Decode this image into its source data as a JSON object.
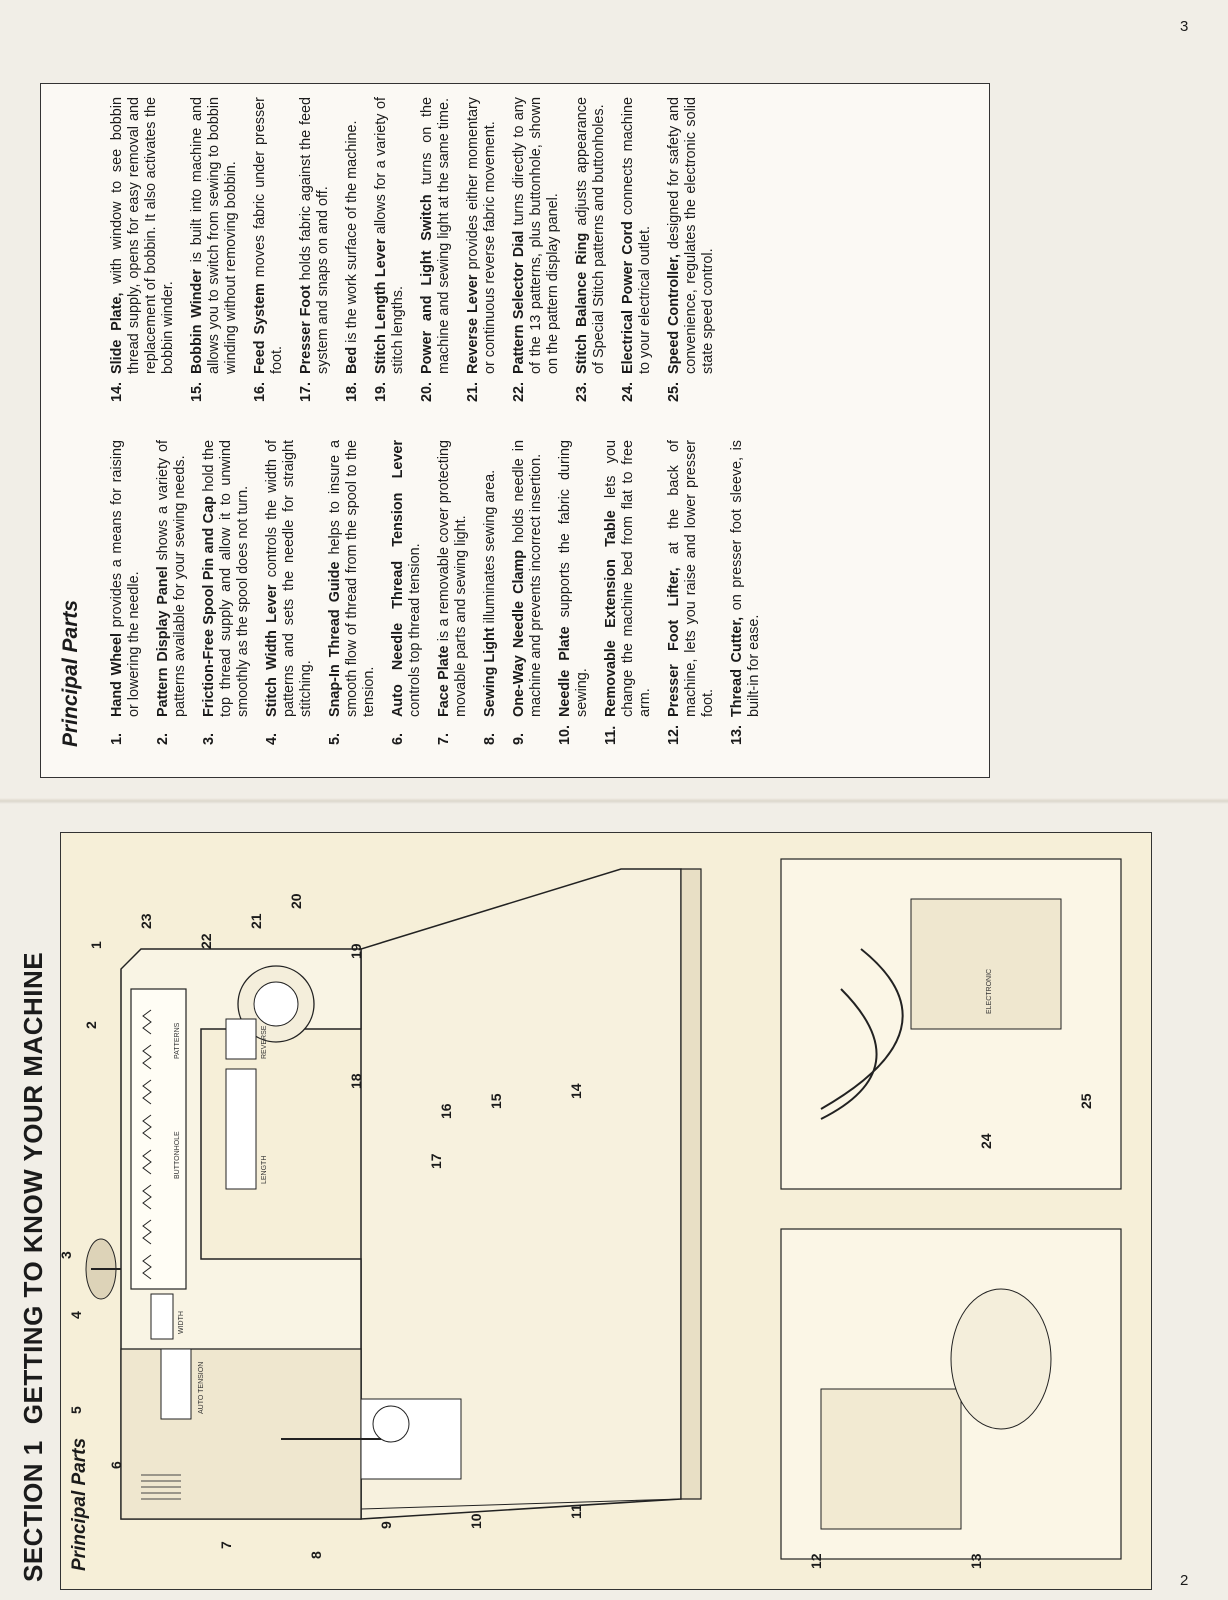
{
  "page_numbers": {
    "left": "2",
    "right": "3"
  },
  "section": {
    "number": "SECTION 1",
    "title": "GETTING TO KNOW YOUR MACHINE"
  },
  "diagram": {
    "heading": "Principal Parts",
    "callouts": [
      "1",
      "2",
      "3",
      "4",
      "5",
      "6",
      "7",
      "8",
      "9",
      "10",
      "11",
      "12",
      "13",
      "14",
      "15",
      "16",
      "17",
      "18",
      "19",
      "20",
      "21",
      "22",
      "23",
      "24",
      "25"
    ],
    "panel_labels": {
      "width": "WIDTH",
      "buttonhole": "BUTTONHOLE",
      "patterns": "PATTERNS",
      "length": "LENGTH",
      "reverse": "REVERSE",
      "auto_tension": "AUTO TENSION",
      "electronic": "ELECTRONIC"
    }
  },
  "text_page": {
    "heading": "Principal Parts",
    "parts": [
      {
        "num": "1.",
        "name": "Hand Wheel",
        "desc": "provides a means for raising or lowering the needle."
      },
      {
        "num": "2.",
        "name": "Pattern Display Panel",
        "desc": "shows a variety of patterns available for your sewing needs."
      },
      {
        "num": "3.",
        "name": "Friction-Free Spool Pin and Cap",
        "desc": "hold the top thread supply and allow it to unwind smoothly as the spool does not turn."
      },
      {
        "num": "4.",
        "name": "Stitch Width Lever",
        "desc": "controls the width of patterns and sets the needle for straight stitching."
      },
      {
        "num": "5.",
        "name": "Snap-In Thread Guide",
        "desc": "helps to insure a smooth flow of thread from the spool to the tension."
      },
      {
        "num": "6.",
        "name": "Auto Needle Thread Tension Lever",
        "desc": "controls top thread tension."
      },
      {
        "num": "7.",
        "name": "Face Plate",
        "desc": "is a removable cover protecting movable parts and sewing light."
      },
      {
        "num": "8.",
        "name": "Sewing Light",
        "desc": "illuminates sewing area."
      },
      {
        "num": "9.",
        "name": "One-Way Needle Clamp",
        "desc": "holds needle in machine and prevents incorrect insertion."
      },
      {
        "num": "10.",
        "name": "Needle Plate",
        "desc": "supports the fabric during sewing."
      },
      {
        "num": "11.",
        "name": "Removable Extension Table",
        "desc": "lets you change the machine bed from flat to free arm."
      },
      {
        "num": "12.",
        "name": "Presser Foot Lifter,",
        "desc": "at the back of machine, lets you raise and lower presser foot."
      },
      {
        "num": "13.",
        "name": "Thread Cutter,",
        "desc": "on presser foot sleeve, is built-in for ease."
      },
      {
        "num": "14.",
        "name": "Slide Plate,",
        "desc": "with window to see bobbin thread supply, opens for easy removal and replacement of bobbin. It also activates the bobbin winder."
      },
      {
        "num": "15.",
        "name": "Bobbin Winder",
        "desc": "is built into machine and allows you to switch from sewing to bobbin winding without removing bobbin."
      },
      {
        "num": "16.",
        "name": "Feed System",
        "desc": "moves fabric under presser foot."
      },
      {
        "num": "17.",
        "name": "Presser Foot",
        "desc": "holds fabric against the feed system and snaps on and off."
      },
      {
        "num": "18.",
        "name": "Bed",
        "desc": "is the work surface of the machine."
      },
      {
        "num": "19.",
        "name": "Stitch Length Lever",
        "desc": "allows for a variety of stitch lengths."
      },
      {
        "num": "20.",
        "name": "Power and Light Switch",
        "desc": "turns on the machine and sewing light at the same time."
      },
      {
        "num": "21.",
        "name": "Reverse Lever",
        "desc": "provides either momentary or continuous reverse fabric movement."
      },
      {
        "num": "22.",
        "name": "Pattern Selector Dial",
        "desc": "turns directly to any of the 13 patterns, plus buttonhole, shown on the pattern display panel."
      },
      {
        "num": "23.",
        "name": "Stitch Balance Ring",
        "desc": "adjusts appearance of Special Stitch patterns and buttonholes."
      },
      {
        "num": "24.",
        "name": "Electrical Power Cord",
        "desc": "connects machine to your electrical outlet."
      },
      {
        "num": "25.",
        "name": "Speed Controller,",
        "desc": "designed for safety and convenience, regulates the electronic solid state speed control."
      }
    ]
  }
}
